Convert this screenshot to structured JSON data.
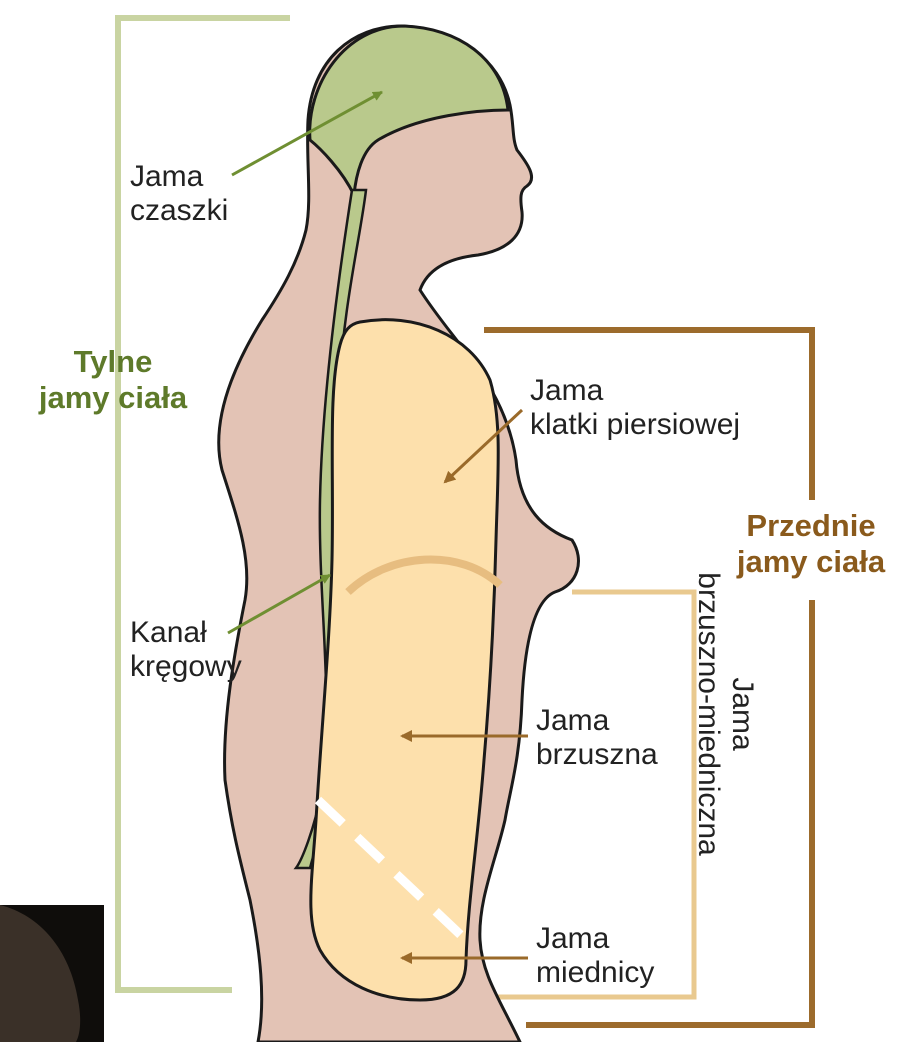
{
  "labels": {
    "posterior_group": [
      "Tylne",
      "jamy ciała"
    ],
    "anterior_group": [
      "Przednie",
      "jamy ciała"
    ],
    "cranial": [
      "Jama",
      "czaszki"
    ],
    "spinal": [
      "Kanał",
      "kręgowy"
    ],
    "thoracic": [
      "Jama",
      "klatki piersiowej"
    ],
    "abdominal": [
      "Jama",
      "brzuszna"
    ],
    "pelvic": [
      "Jama",
      "miednicy"
    ],
    "abdominopelvic": [
      "Jama",
      "brzuszno-miedniczna"
    ]
  },
  "colors": {
    "posterior": "#5e7a2a",
    "posterior_bracket": "#c9d4a2",
    "anterior": "#8a5a1c",
    "anterior_bracket": "#9c6b2c",
    "abdominopelvic_bracket": "#e9c98f",
    "body": "#e3c3b5",
    "cranial_fill": "#b9c98c",
    "trunk_cavity": "#fde0ac",
    "arrow_green": "#6f8f32",
    "arrow_brown": "#9a6a2a"
  }
}
